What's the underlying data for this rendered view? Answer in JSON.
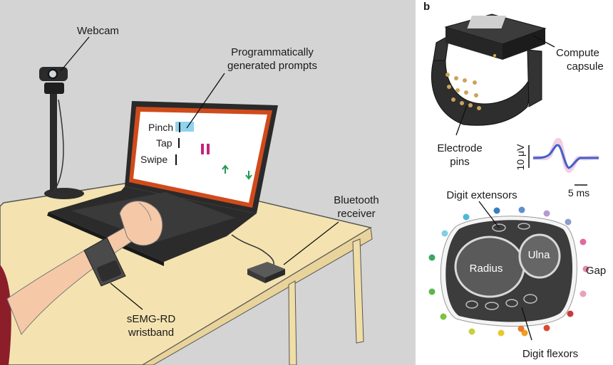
{
  "panel_a": {
    "labels": {
      "webcam": "Webcam",
      "prompts_line1": "Programmatically",
      "prompts_line2": "generated prompts",
      "bluetooth_line1": "Bluetooth",
      "bluetooth_line2": "receiver",
      "wristband_line1": "sEMG-RD",
      "wristband_line2": "wristband"
    },
    "screen_prompts": {
      "pinch": "Pinch",
      "tap": "Tap",
      "swipe": "Swipe"
    },
    "colors": {
      "wall": "#d4d4d4",
      "table": "#f4e3b0",
      "screen_border": "#d04b1c",
      "prompt_highlight": "#8fd3ee",
      "tap_bars": "#c4237f",
      "swipe_arrows": "#1f9a4e"
    }
  },
  "panel_b": {
    "panel_label": "b",
    "labels": {
      "compute_line1": "Compute",
      "compute_line2": "capsule",
      "electrode_line1": "Electrode",
      "electrode_line2": "pins",
      "scale_voltage": "10 μV",
      "scale_time": "5 ms",
      "digit_extensors": "Digit extensors",
      "ulna": "Ulna",
      "radius": "Radius",
      "gap": "Gap",
      "digit_flexors": "Digit flexors"
    },
    "electrode_colors": [
      "#4fb8d8",
      "#7fd0e0",
      "#3a7fc0",
      "#5e8fd0",
      "#b49ad0",
      "#8a9ec8",
      "#e06aa0",
      "#e28aa8",
      "#e8a0b8",
      "#3aa860",
      "#58b848",
      "#7cc440",
      "#c8d040",
      "#e8c830",
      "#f0a020",
      "#e87a28",
      "#d84a30",
      "#c83a3a"
    ]
  }
}
